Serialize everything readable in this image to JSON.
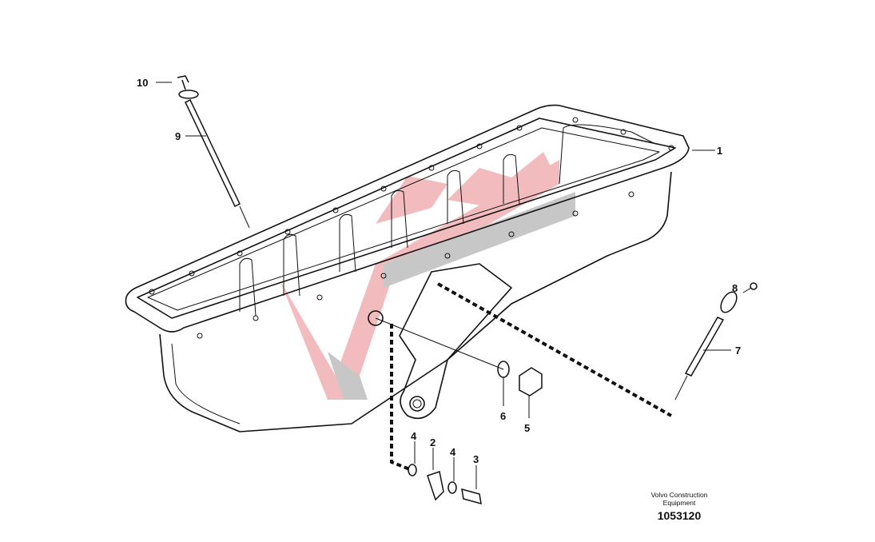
{
  "diagram": {
    "callouts": [
      "1",
      "2",
      "3",
      "4",
      "4",
      "5",
      "6",
      "7",
      "8",
      "9",
      "10"
    ],
    "credit_line1": "Volvo Construction",
    "credit_line2": "Equipment",
    "part_number": "1053120"
  },
  "colors": {
    "line": "#111111",
    "watermark_red": "#e8868c",
    "watermark_grey": "#9a9a9a"
  }
}
